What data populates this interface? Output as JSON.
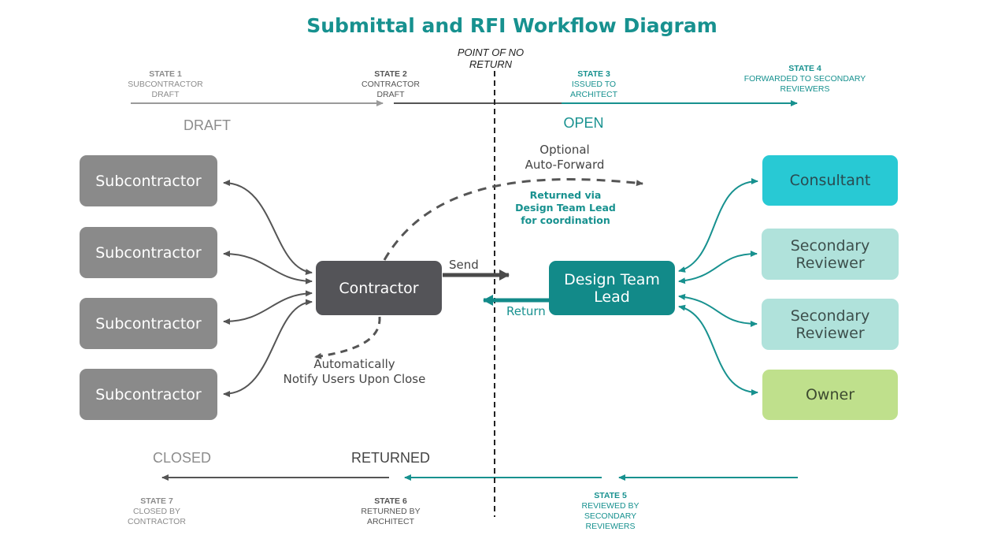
{
  "title": "Submittal and RFI Workflow Diagram",
  "point_of_no_return": {
    "line1": "POINT OF NO",
    "line2": "RETURN"
  },
  "top_states": [
    {
      "label": "STATE 1",
      "desc1": "SUBCONTRACTOR",
      "desc2": "DRAFT"
    },
    {
      "label": "STATE 2",
      "desc1": "CONTRACTOR",
      "desc2": "DRAFT"
    },
    {
      "label": "STATE 3",
      "desc1": "ISSUED TO",
      "desc2": "ARCHITECT"
    },
    {
      "label": "STATE 4",
      "desc1": "FORWARDED TO SECONDARY",
      "desc2": "REVIEWERS"
    }
  ],
  "bottom_states": [
    {
      "label": "STATE 5",
      "desc1": "REVIEWED BY",
      "desc2": "SECONDARY",
      "desc3": "REVIEWERS"
    },
    {
      "label": "STATE 6",
      "desc1": "RETURNED BY",
      "desc2": "ARCHITECT"
    },
    {
      "label": "STATE 7",
      "desc1": "CLOSED BY",
      "desc2": "CONTRACTOR"
    }
  ],
  "phases": {
    "draft": "DRAFT",
    "open": "OPEN",
    "returned": "RETURNED",
    "closed": "CLOSED"
  },
  "nodes": {
    "subcontractors": [
      "Subcontractor",
      "Subcontractor",
      "Subcontractor",
      "Subcontractor"
    ],
    "contractor": "Contractor",
    "design_team_lead": {
      "line1": "Design Team",
      "line2": "Lead"
    },
    "consultant": "Consultant",
    "secondary_reviewers": [
      {
        "line1": "Secondary",
        "line2": "Reviewer"
      },
      {
        "line1": "Secondary",
        "line2": "Reviewer"
      }
    ],
    "owner": "Owner"
  },
  "edges": {
    "send": "Send",
    "return": "Return"
  },
  "annotations": {
    "optional_forward": {
      "line1": "Optional",
      "line2": "Auto-Forward"
    },
    "returned_via": {
      "line1": "Returned via",
      "line2": "Design Team Lead",
      "line3": "for coordination"
    },
    "notify": {
      "line1": "Automatically",
      "line2": "Notify Users Upon Close"
    }
  },
  "colors": {
    "title": "#17918f",
    "grey": "#8a8a8a",
    "contractor": "#545458",
    "teal": "#128a89",
    "consultant": "#28c9d4",
    "secondary": "#b0e2db",
    "owner": "#bfe08c"
  }
}
